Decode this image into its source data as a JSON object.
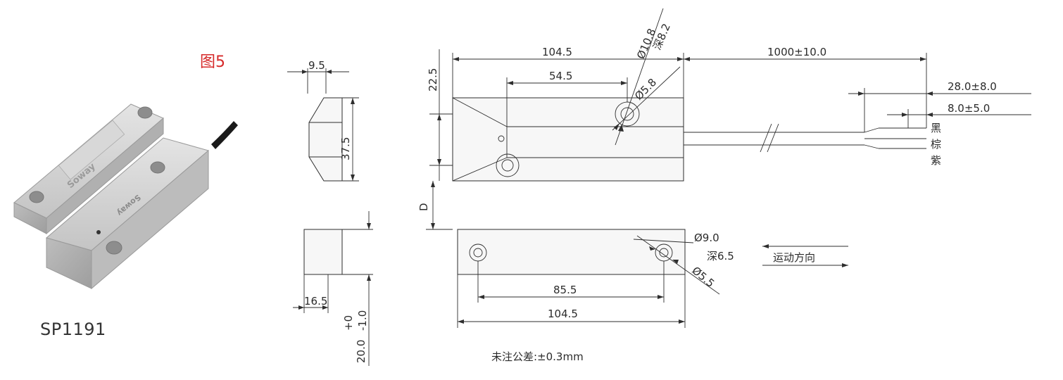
{
  "figure_label": "图5",
  "model": "SP1191",
  "product_photo": {
    "brand_text": "Soway",
    "colors": {
      "body": "#c9c9c9",
      "cable": "#1a1a1a"
    }
  },
  "dims": {
    "side_width": "9.5",
    "side_height": "37.5",
    "bottom_width": "16.5",
    "bottom_height": "20.0",
    "tol_plus": "+0",
    "tol_minus": "-1.0",
    "total_length_top": "104.5",
    "hole_offset_top": "54.5",
    "top_offset": "22.5",
    "cable_length": "1000±10.0",
    "strip_outer": "28.0±8.0",
    "strip_inner": "8.0±5.0",
    "counterbore_top": "Ø10.8",
    "depth_top": "深8.2",
    "hole_top": "Ø5.8",
    "gap": "D",
    "counterbore_bottom": "Ø9.0",
    "depth_bottom": "深6.5",
    "hole_bottom": "Ø5.5",
    "hole_spacing": "85.5",
    "total_length_bottom": "104.5"
  },
  "wires": [
    "黑",
    "棕",
    "紫"
  ],
  "motion_label": "运动方向",
  "tolerance_note": "未注公差:±0.3mm",
  "colors": {
    "accent_red": "#d62a2a",
    "line": "#2e2e2e"
  }
}
